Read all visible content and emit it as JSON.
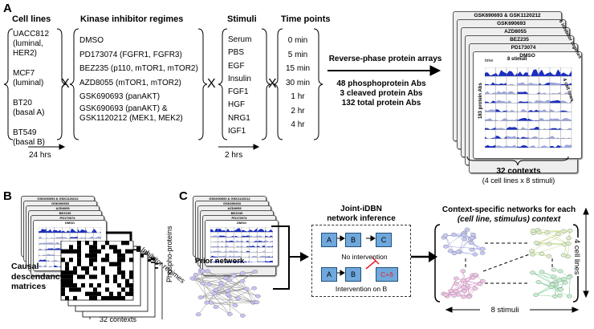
{
  "panels": {
    "a": "A",
    "b": "B",
    "c": "C"
  },
  "cell_lines": {
    "header": "Cell lines",
    "items": [
      "UACC812",
      "(luminal,",
      "HER2)",
      "MCF7",
      "(luminal)",
      "BT20",
      "(basal A)",
      "BT549",
      "(basal B)"
    ]
  },
  "regimes": {
    "header": "Kinase inhibitor regimes",
    "items": [
      "DMSO",
      "PD173074 (FGFR1, FGFR3)",
      "BEZ235 (p110, mTOR1, mTOR2)",
      "AZD8055 (mTOR1, mTOR2)",
      "GSK690693 (panAKT)",
      "GSK690693 (panAKT) &",
      "GSK1120212 (MEK1, MEK2)"
    ]
  },
  "stimuli": {
    "header": "Stimuli",
    "items": [
      "Serum",
      "PBS",
      "EGF",
      "Insulin",
      "FGF1",
      "HGF",
      "NRG1",
      "IGF1"
    ]
  },
  "time_points": {
    "header": "Time points",
    "items": [
      "0 min",
      "5 min",
      "15 min",
      "30 min",
      "1 hr",
      "2 hr",
      "4 hr"
    ]
  },
  "x_symbol": "X",
  "durations": {
    "first": "24 hrs",
    "second": "2 hrs"
  },
  "rppa": {
    "title": "Reverse-phase protein arrays",
    "antibodies": [
      "48 phosphoprotein Abs",
      "3 cleaved protein Abs",
      "132 total protein Abs"
    ]
  },
  "stack": {
    "cards": [
      "GSK690693 & GSK1120212",
      "GSK690693",
      "AZD8055",
      "BEZ235",
      "PD173074",
      "DMSO"
    ],
    "side_label": "6 inhibitor regimes",
    "time_label": "time",
    "stimuli_label": "8 stimuli",
    "cell_lines_label": "4 cell lines",
    "abs_label": "183 protein Abs",
    "contexts": "32 contexts",
    "contexts_sub": "(4 cell lines x 8 stimuli)"
  },
  "causal": {
    "title": [
      "Causal",
      "descendancy",
      "matrices"
    ],
    "inhibitor_regimes": "Inhibitor regimes",
    "phosphoproteins": "Phospho-proteins",
    "contexts": "32 contexts"
  },
  "prior": {
    "label": "Prior network"
  },
  "jidbn": {
    "title": [
      "Joint-iDBN",
      "network inference"
    ],
    "no_intervention": "No intervention",
    "intervention": "Intervention on B",
    "nodes": [
      "A",
      "B",
      "C",
      "A",
      "B",
      "C+δ"
    ]
  },
  "context_networks": {
    "title": [
      "Context-specific networks for each",
      "(cell line, stimulus) context"
    ],
    "cell_lines": "4 cell lines",
    "stimuli": "8 stimuli"
  },
  "colors": {
    "node_blue": "#6fa8dc",
    "node_border": "#1f4e79",
    "array_blue": "#1b2fbf",
    "inhibit_red": "#e8212a"
  }
}
